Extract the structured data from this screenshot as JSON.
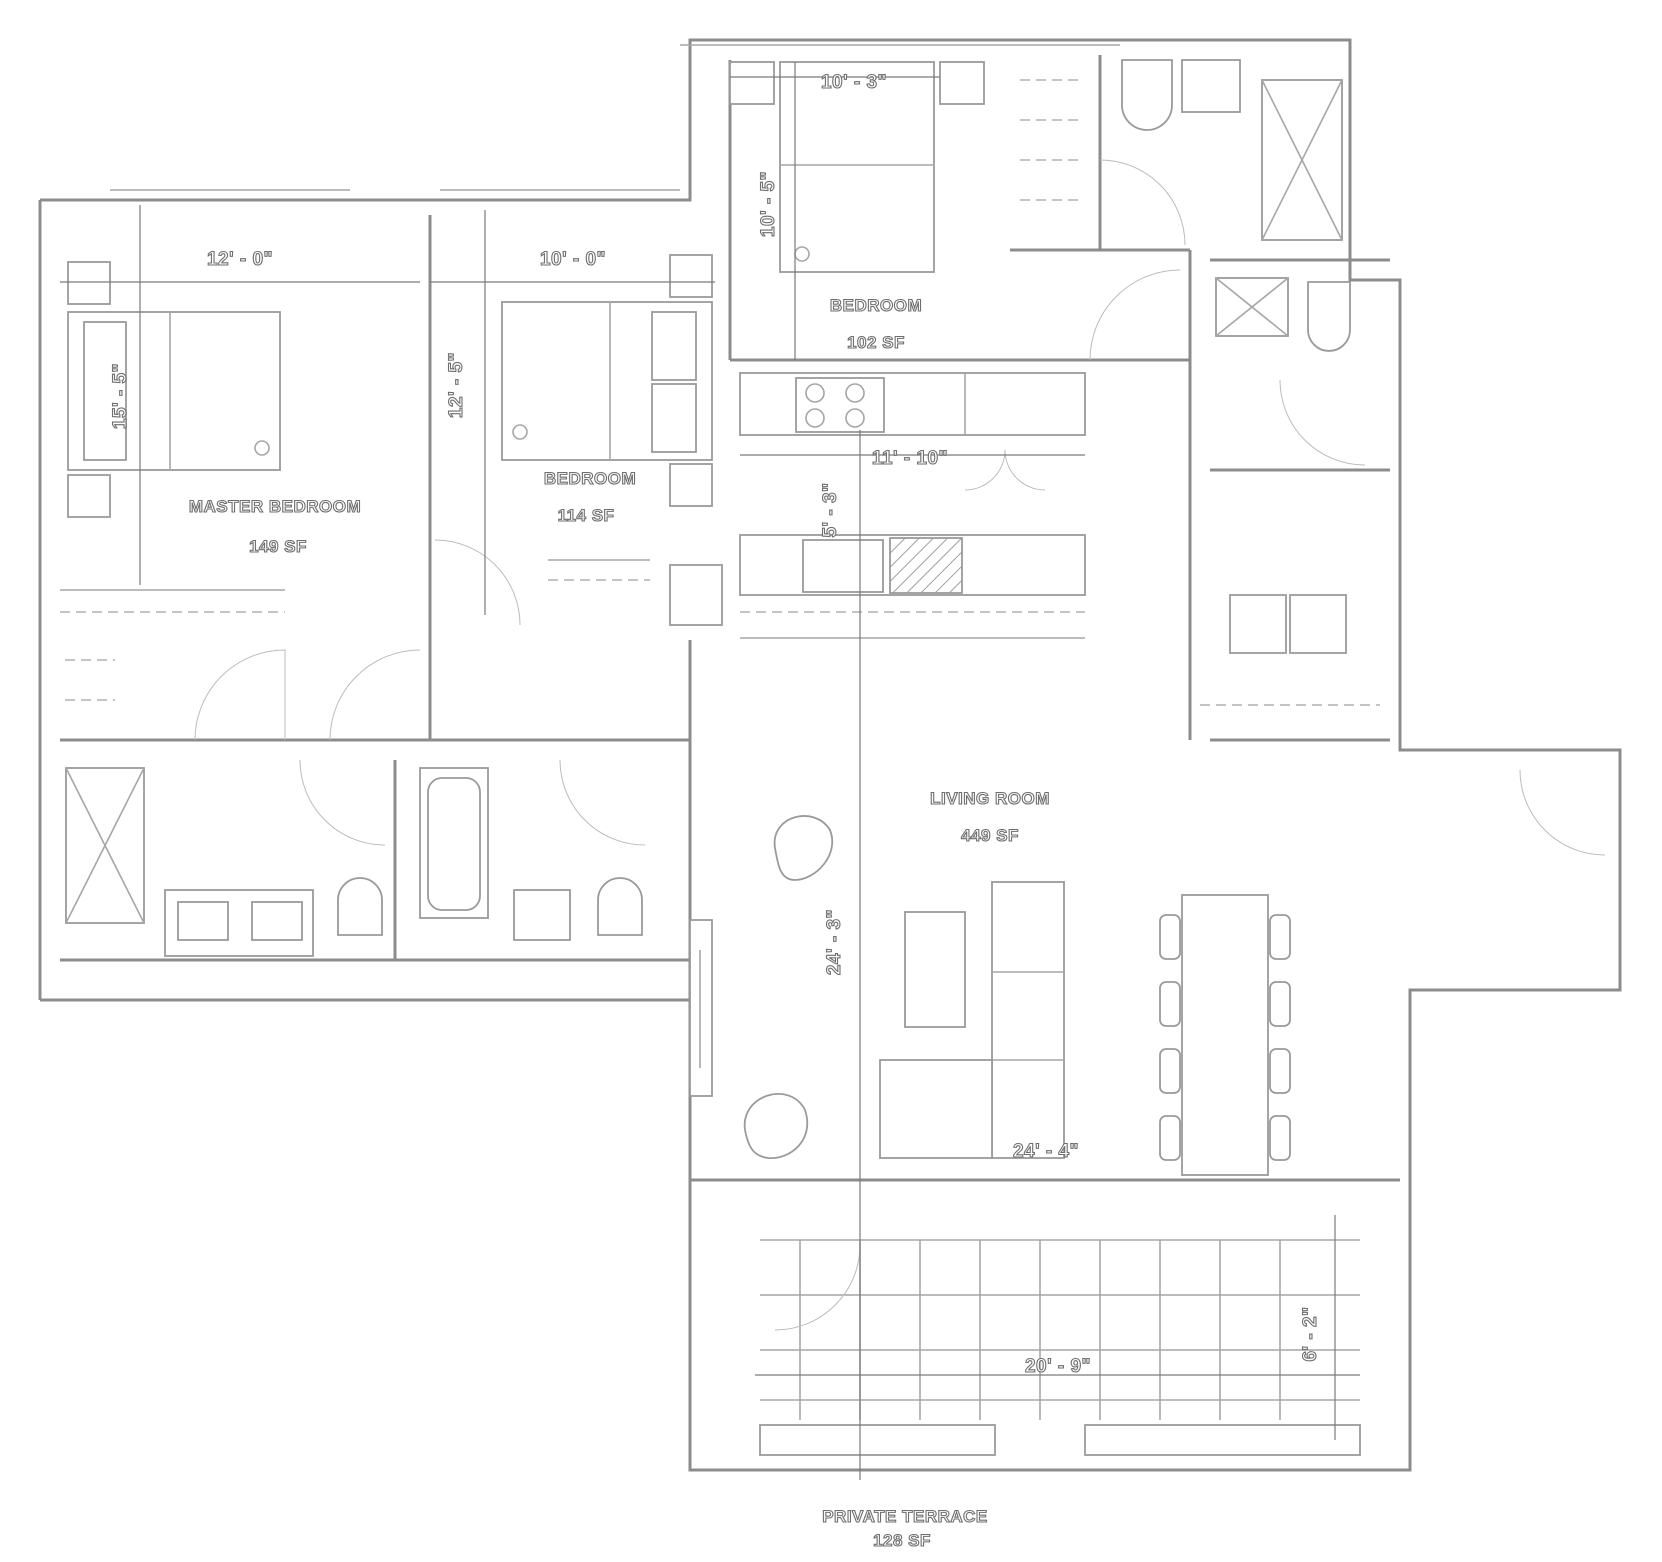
{
  "rooms": {
    "master_bedroom": {
      "name": "MASTER BEDROOM",
      "area": "149 SF",
      "width": "12' - 0\"",
      "depth": "15' - 5\""
    },
    "bedroom_2": {
      "name": "BEDROOM",
      "area": "114 SF",
      "width": "10' - 0\"",
      "depth": "12' - 5\""
    },
    "bedroom_3": {
      "name": "BEDROOM",
      "area": "102 SF",
      "width": "10' - 3\"",
      "depth": "10' - 5\""
    },
    "kitchen": {
      "width": "11' - 10\"",
      "depth": "5' - 3\""
    },
    "living_room": {
      "name": "LIVING ROOM",
      "area": "449 SF",
      "depth": "24' - 3\"",
      "width": "24' - 4\""
    },
    "private_terrace": {
      "name": "PRIVATE TERRACE",
      "area": "128 SF",
      "width": "20' - 9\"",
      "depth": "6' - 2\""
    }
  },
  "icons": [
    "bed-icon",
    "toilet-icon",
    "sink-icon",
    "bathtub-icon",
    "shower-icon",
    "range-icon",
    "sofa-icon",
    "chair-icon",
    "dining-table-icon",
    "washer-icon",
    "dryer-icon",
    "door-swing-icon",
    "closet-icon"
  ],
  "colors": {
    "line": "#8c8c8c",
    "background": "#ffffff"
  }
}
